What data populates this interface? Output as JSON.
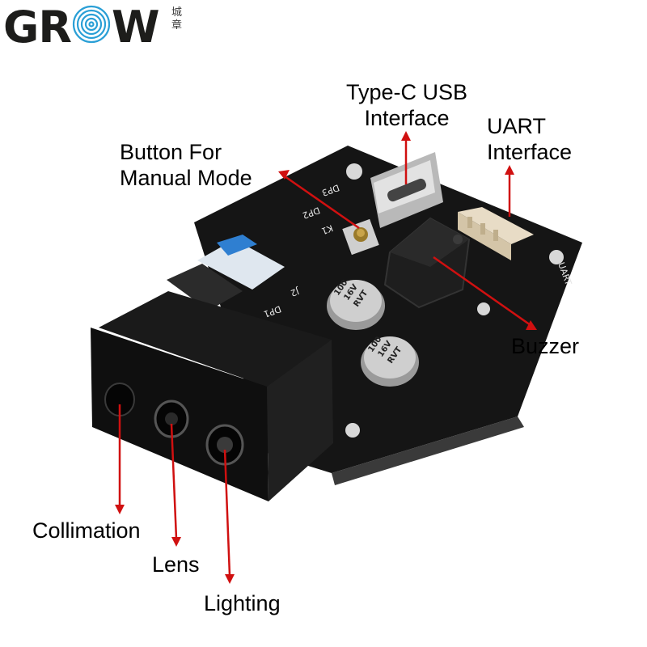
{
  "logo": {
    "text": "GROW",
    "chinese": "城章",
    "ring_color": "#2a9fd6",
    "text_color": "#1d1d1b"
  },
  "labels": {
    "usb": {
      "line1": "Type-C USB",
      "line2": "Interface"
    },
    "uart": {
      "line1": "UART",
      "line2": "Interface"
    },
    "button": {
      "line1": "Button For",
      "line2": "Manual Mode"
    },
    "buzzer": "Buzzer",
    "collimation": "Collimation",
    "lens": "Lens",
    "lighting": "Lighting"
  },
  "board_silkscreen": {
    "cap1": [
      "100",
      "16V",
      "RVT"
    ],
    "cap2": [
      "100",
      "16V",
      "RVT"
    ],
    "marks": [
      "DP3",
      "DP2",
      "K1",
      "J2",
      "DP1",
      "UART"
    ]
  },
  "colors": {
    "arrow": "#d01010",
    "pcb": "#141414",
    "module": "#0d0d0d",
    "ribbon": "#2f7fd1"
  }
}
